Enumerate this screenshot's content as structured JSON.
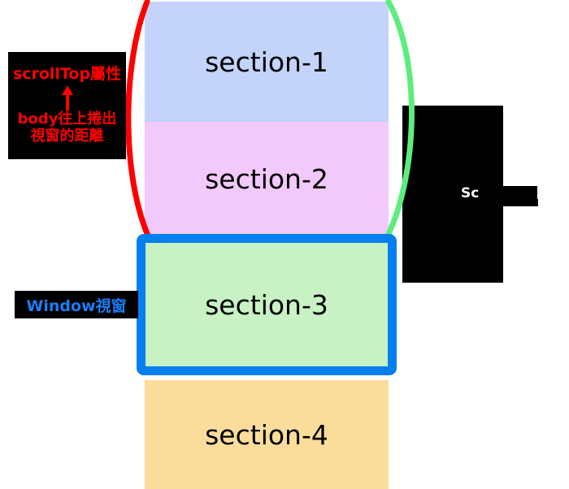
{
  "diagram": {
    "title_sections": [
      {
        "id": "section-1",
        "label": "section-1",
        "color": "#c3d3f9"
      },
      {
        "id": "section-2",
        "label": "section-2",
        "color": "#f2c9fb"
      },
      {
        "id": "section-3",
        "label": "section-3",
        "color": "#c8f2c3"
      },
      {
        "id": "section-4",
        "label": "section-4",
        "color": "#fbdd9b"
      }
    ],
    "viewport_box": {
      "border_color": "#047ff0",
      "label": "Window視窗"
    },
    "annotations": {
      "scrolltop": {
        "line1": "scrollTop屬性",
        "line2": "body往上捲出",
        "line3": "視窗的距離",
        "color": "#ff0000"
      },
      "window_label": {
        "text": "Window視窗",
        "color": "#1a7ef5"
      },
      "right_label": {
        "text": "Sc",
        "color": "#ffffff"
      }
    },
    "arcs": {
      "left_color": "#ff0000",
      "right_color": "#5ced7e"
    }
  }
}
